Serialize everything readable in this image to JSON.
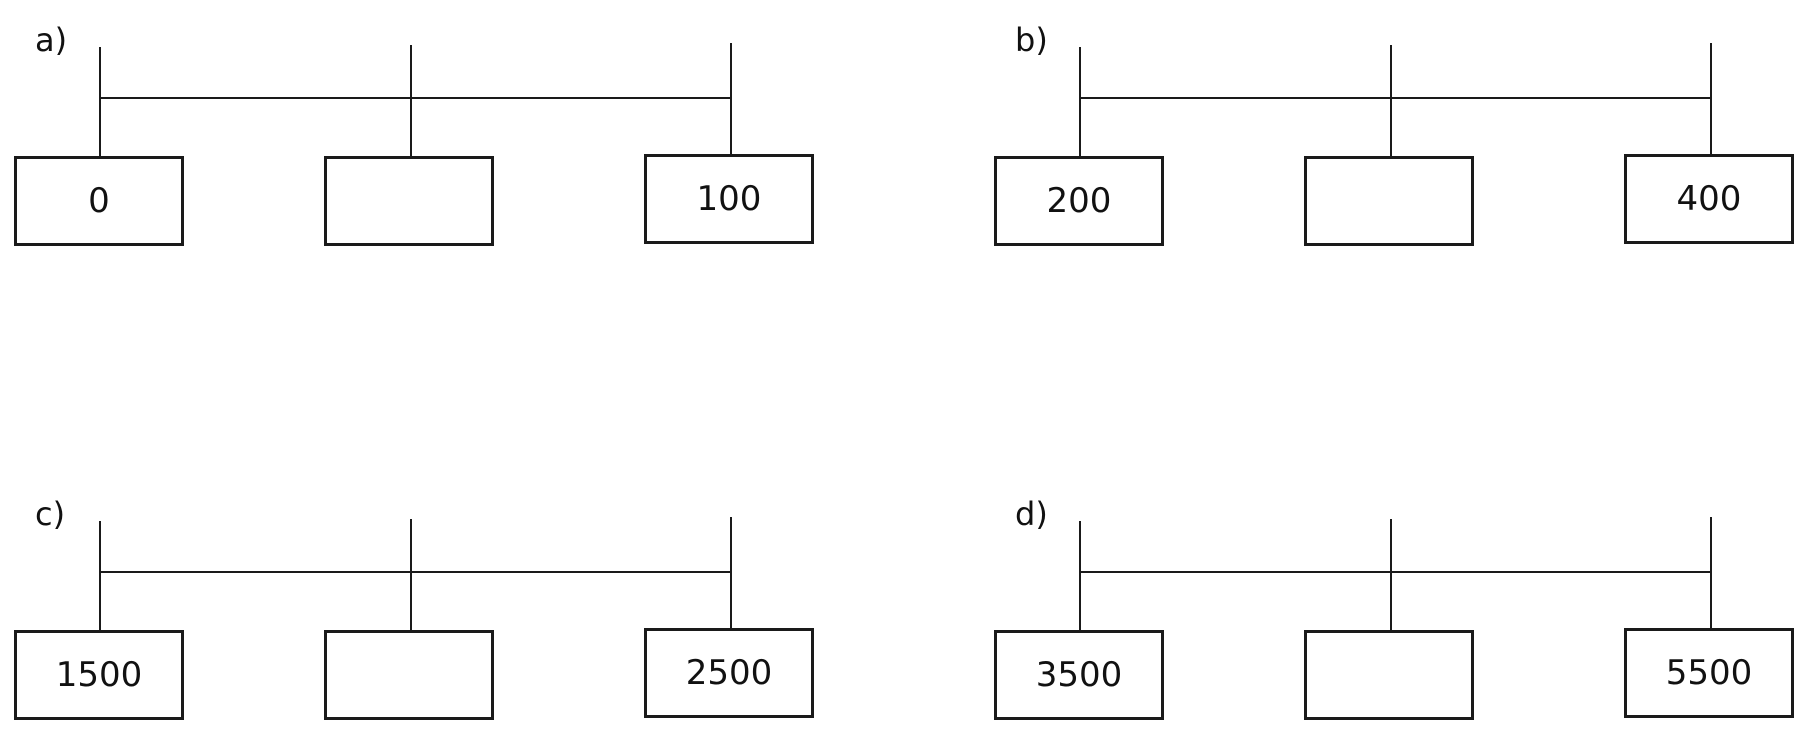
{
  "number_lines": [
    {
      "label": "a)",
      "left_value": "0",
      "middle_value": "",
      "right_value": "100"
    },
    {
      "label": "b)",
      "left_value": "200",
      "middle_value": "",
      "right_value": "400"
    },
    {
      "label": "c)",
      "left_value": "1500",
      "middle_value": "",
      "right_value": "2500"
    },
    {
      "label": "d)",
      "left_value": "3500",
      "middle_value": "",
      "right_value": "5500"
    }
  ],
  "colors": {
    "line": "#1a1a1a",
    "text": "#111111",
    "background": "#ffffff"
  }
}
